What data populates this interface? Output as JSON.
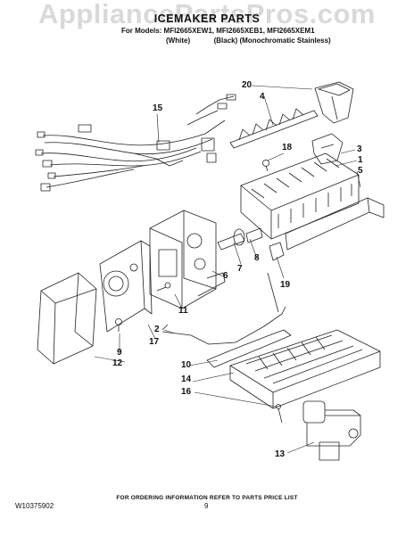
{
  "watermark": "AppliancePartsPros.com",
  "header": {
    "title": "ICEMAKER PARTS",
    "models": "For Models: MFI2665XEW1, MFI2665XEB1, MFI2665XEM1",
    "color_white": "(White)",
    "color_black": "(Black) (Monochromatic Stainless)"
  },
  "callouts": [
    "20",
    "4",
    "15",
    "18",
    "3",
    "1",
    "5",
    "7",
    "8",
    "6",
    "19",
    "11",
    "2",
    "17",
    "9",
    "12",
    "10",
    "14",
    "16",
    "13"
  ],
  "footer": {
    "note": "FOR ORDERING INFORMATION REFER TO PARTS PRICE LIST",
    "doc_number": "W10375902",
    "page_number": "9"
  }
}
